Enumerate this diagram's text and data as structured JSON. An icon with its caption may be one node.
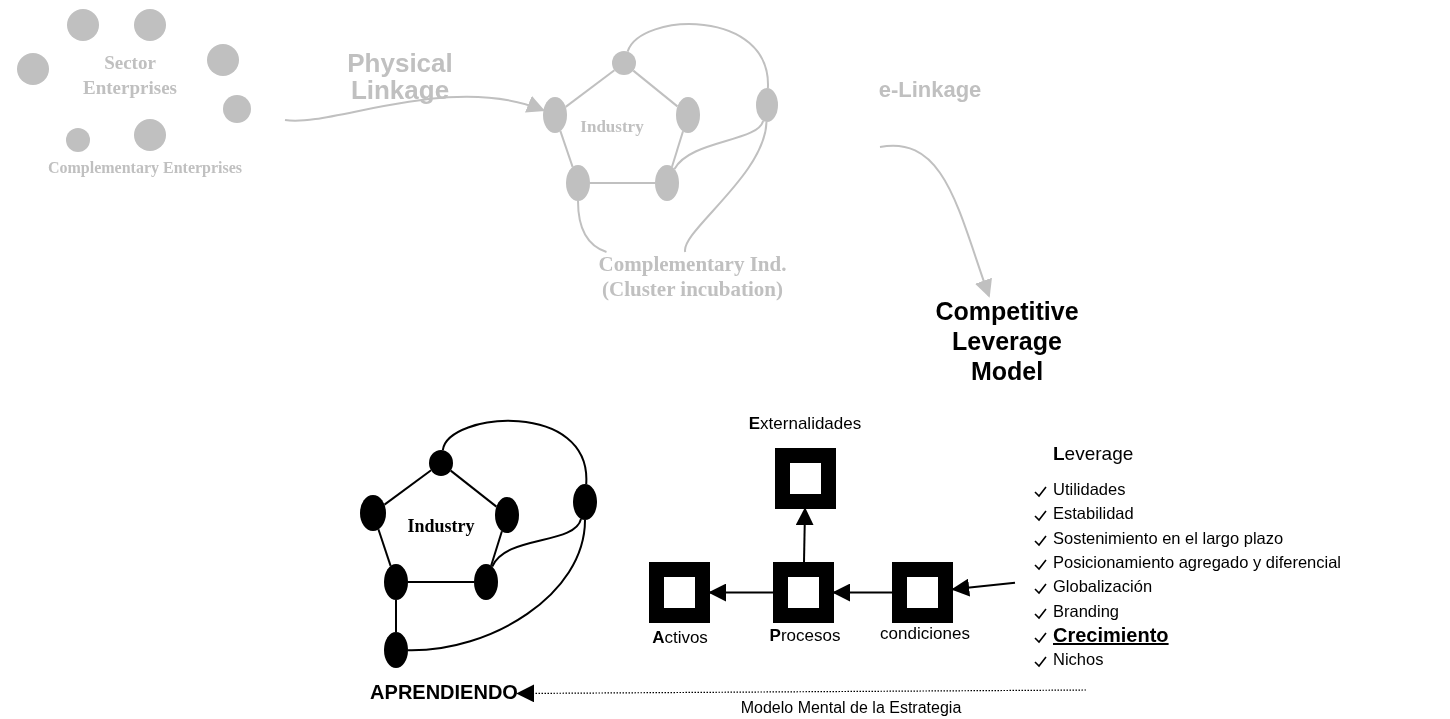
{
  "diagram": {
    "nodes": [
      {
        "text": [
          "Sector Enterprises",
          "Complementary Enterprises"
        ]
      },
      {
        "text": [
          "Industry"
        ]
      },
      {
        "text": [],
        "shape": "ellipse"
      },
      {
        "text": [],
        "shape": "ellipse"
      },
      {
        "text": [],
        "shape": "ellipse"
      },
      {
        "text": [],
        "shape": "ellipse"
      },
      {
        "text": [],
        "shape": "ellipse"
      },
      {
        "text": [],
        "shape": "ellipse"
      },
      {
        "text": [
          "Complementary Ind. (Cluster incubation)"
        ]
      },
      {
        "text": [
          "Competitive Leverage Model"
        ]
      },
      {
        "text": [
          "Industry"
        ]
      },
      {
        "text": [],
        "shape": "ellipse"
      },
      {
        "text": [],
        "shape": "ellipse"
      },
      {
        "text": [],
        "shape": "ellipse"
      },
      {
        "text": [],
        "shape": "ellipse"
      },
      {
        "text": [],
        "shape": "ellipse"
      },
      {
        "text": [],
        "shape": "ellipse"
      },
      {
        "text": [],
        "shape": "ellipse"
      },
      {
        "text": [
          "**E**xternalidades"
        ]
      },
      {
        "text": [
          "**A**ctivos"
        ]
      },
      {
        "text": [
          "**P**rocesos"
        ]
      },
      {
        "text": [
          "condiciones"
        ]
      },
      {
        "text": [
          "**L**everage",
          "Utilidades",
          "Estabilidad",
          "Sostenimiento en el largo plazo",
          "Posicionamiento agregado y diferencial",
          "Globalización",
          "Branding",
          "Crecimiento",
          "Nichos"
        ]
      },
      {
        "text": [
          "APRENDIENDO"
        ]
      }
    ],
    "edges": [
      {
        "from": 0,
        "to": 3,
        "arrow": "to",
        "label": "Physical Linkage",
        "color": "#c0c0c0"
      },
      {
        "from": 2,
        "to": 3,
        "arrow": "none",
        "color": "#c0c0c0"
      },
      {
        "from": 2,
        "to": 4,
        "arrow": "none",
        "color": "#c0c0c0"
      },
      {
        "from": 3,
        "to": 5,
        "arrow": "none",
        "color": "#c0c0c0"
      },
      {
        "from": 4,
        "to": 6,
        "arrow": "none",
        "color": "#c0c0c0"
      },
      {
        "from": 5,
        "to": 6,
        "arrow": "none",
        "color": "#c0c0c0"
      },
      {
        "from": 2,
        "to": 7,
        "arrow": "none",
        "color": "#c0c0c0"
      },
      {
        "from": 7,
        "to": 6,
        "arrow": "none",
        "color": "#c0c0c0"
      },
      {
        "from": 7,
        "to": 8,
        "arrow": "none",
        "color": "#c0c0c0"
      },
      {
        "from": 5,
        "to": 8,
        "arrow": "none",
        "color": "#c0c0c0"
      },
      {
        "from": null,
        "to": 9,
        "arrow": "to",
        "label": "e-Linkage",
        "color": "#c0c0c0"
      },
      {
        "from": 11,
        "to": 12,
        "arrow": "none"
      },
      {
        "from": 11,
        "to": 13,
        "arrow": "none"
      },
      {
        "from": 12,
        "to": 14,
        "arrow": "none"
      },
      {
        "from": 13,
        "to": 15,
        "arrow": "none"
      },
      {
        "from": 14,
        "to": 15,
        "arrow": "none"
      },
      {
        "from": 11,
        "to": 16,
        "arrow": "none"
      },
      {
        "from": 16,
        "to": 15,
        "arrow": "none"
      },
      {
        "from": 16,
        "to": 17,
        "arrow": "none"
      },
      {
        "from": 14,
        "to": 17,
        "arrow": "none"
      },
      {
        "from": 20,
        "to": 18,
        "arrow": "to"
      },
      {
        "from": 20,
        "to": 19,
        "arrow": "to"
      },
      {
        "from": 21,
        "to": 20,
        "arrow": "to"
      },
      {
        "from": 22,
        "to": 21,
        "arrow": "to"
      },
      {
        "from": null,
        "to": 23,
        "arrow": "to",
        "style": "dashed",
        "label": "Modelo Mental de la Estrategia"
      }
    ]
  }
}
